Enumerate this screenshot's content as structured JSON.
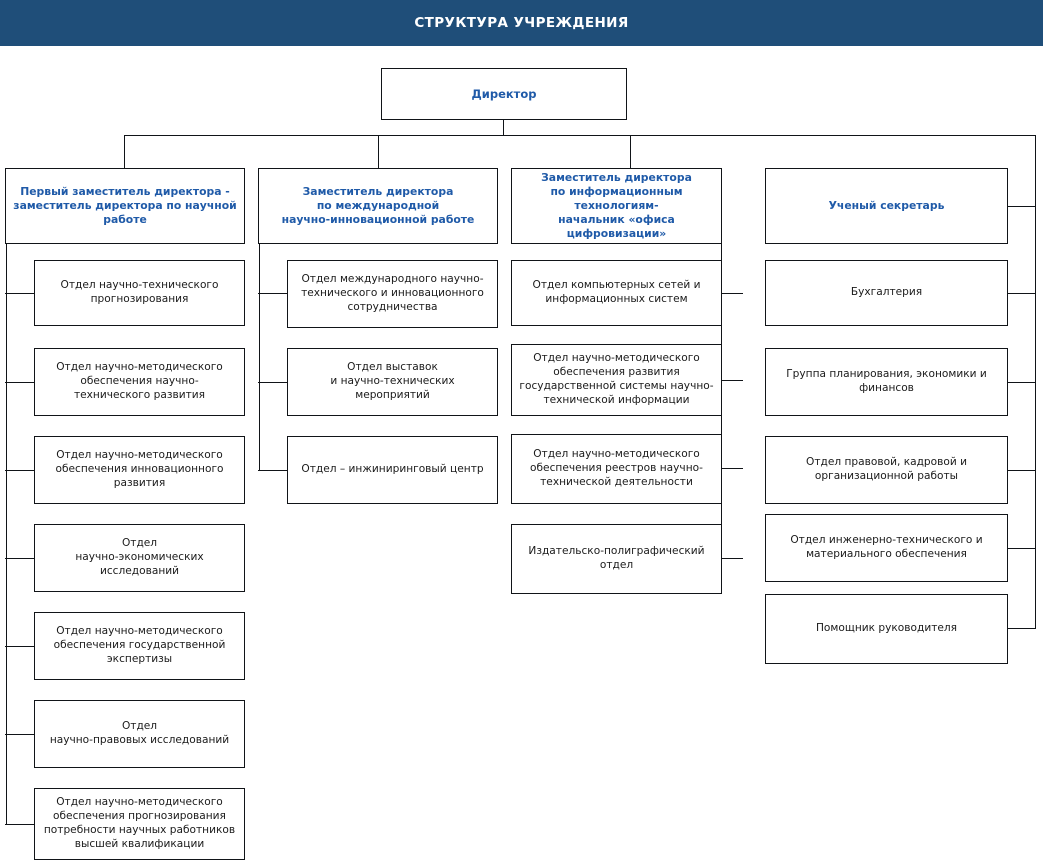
{
  "header": {
    "title": "СТРУКТУРА УЧРЕЖДЕНИЯ",
    "band_color": "#1f4e79",
    "text_color": "#ffffff"
  },
  "theme": {
    "accent_blue": "#1f5aa8",
    "border_color": "#111418",
    "leaf_text_color": "#1a1a1a",
    "background": "#ffffff"
  },
  "root": {
    "label": "Директор"
  },
  "columns": [
    {
      "head": "Первый заместитель директора -\nзаместитель директора по научной\nработе",
      "children": [
        "Отдел научно-технического\nпрогнозирования",
        "Отдел научно-методического\nобеспечения научно-\nтехнического развития",
        "Отдел научно-методического\nобеспечения инновационного\nразвития",
        "Отдел\nнаучно-экономических\nисследований",
        "Отдел научно-методического\nобеспечения государственной\nэкспертизы",
        "Отдел\nнаучно-правовых исследований",
        "Отдел научно-методического\nобеспечения прогнозирования\nпотребности научных работников\nвысшей квалификации"
      ]
    },
    {
      "head": "Заместитель директора\nпо международной\nнаучно-инновационной работе",
      "children": [
        "Отдел международного научно-\nтехнического и инновационного\nсотрудничества",
        "Отдел выставок\nи научно-технических\nмероприятий",
        "Отдел – инжиниринговый центр"
      ]
    },
    {
      "head": "Заместитель директора\nпо информационным технологиям-\nначальник «офиса цифровизации»",
      "children": [
        "Отдел компьютерных сетей и\nинформационных систем",
        "Отдел научно-методического\nобеспечения развития\nгосударственной системы научно-\nтехнической информации",
        "Отдел научно-методического\nобеспечения реестров научно-\nтехнической деятельности",
        "Издательско-полиграфический\nотдел"
      ]
    },
    {
      "head": "Ученый секретарь",
      "children": [
        "Бухгалтерия",
        "Группа планирования, экономики и\nфинансов",
        "Отдел правовой, кадровой и\nорганизационной работы",
        "Отдел инженерно-технического и\nматериального обеспечения",
        "Помощник руководителя"
      ]
    }
  ]
}
